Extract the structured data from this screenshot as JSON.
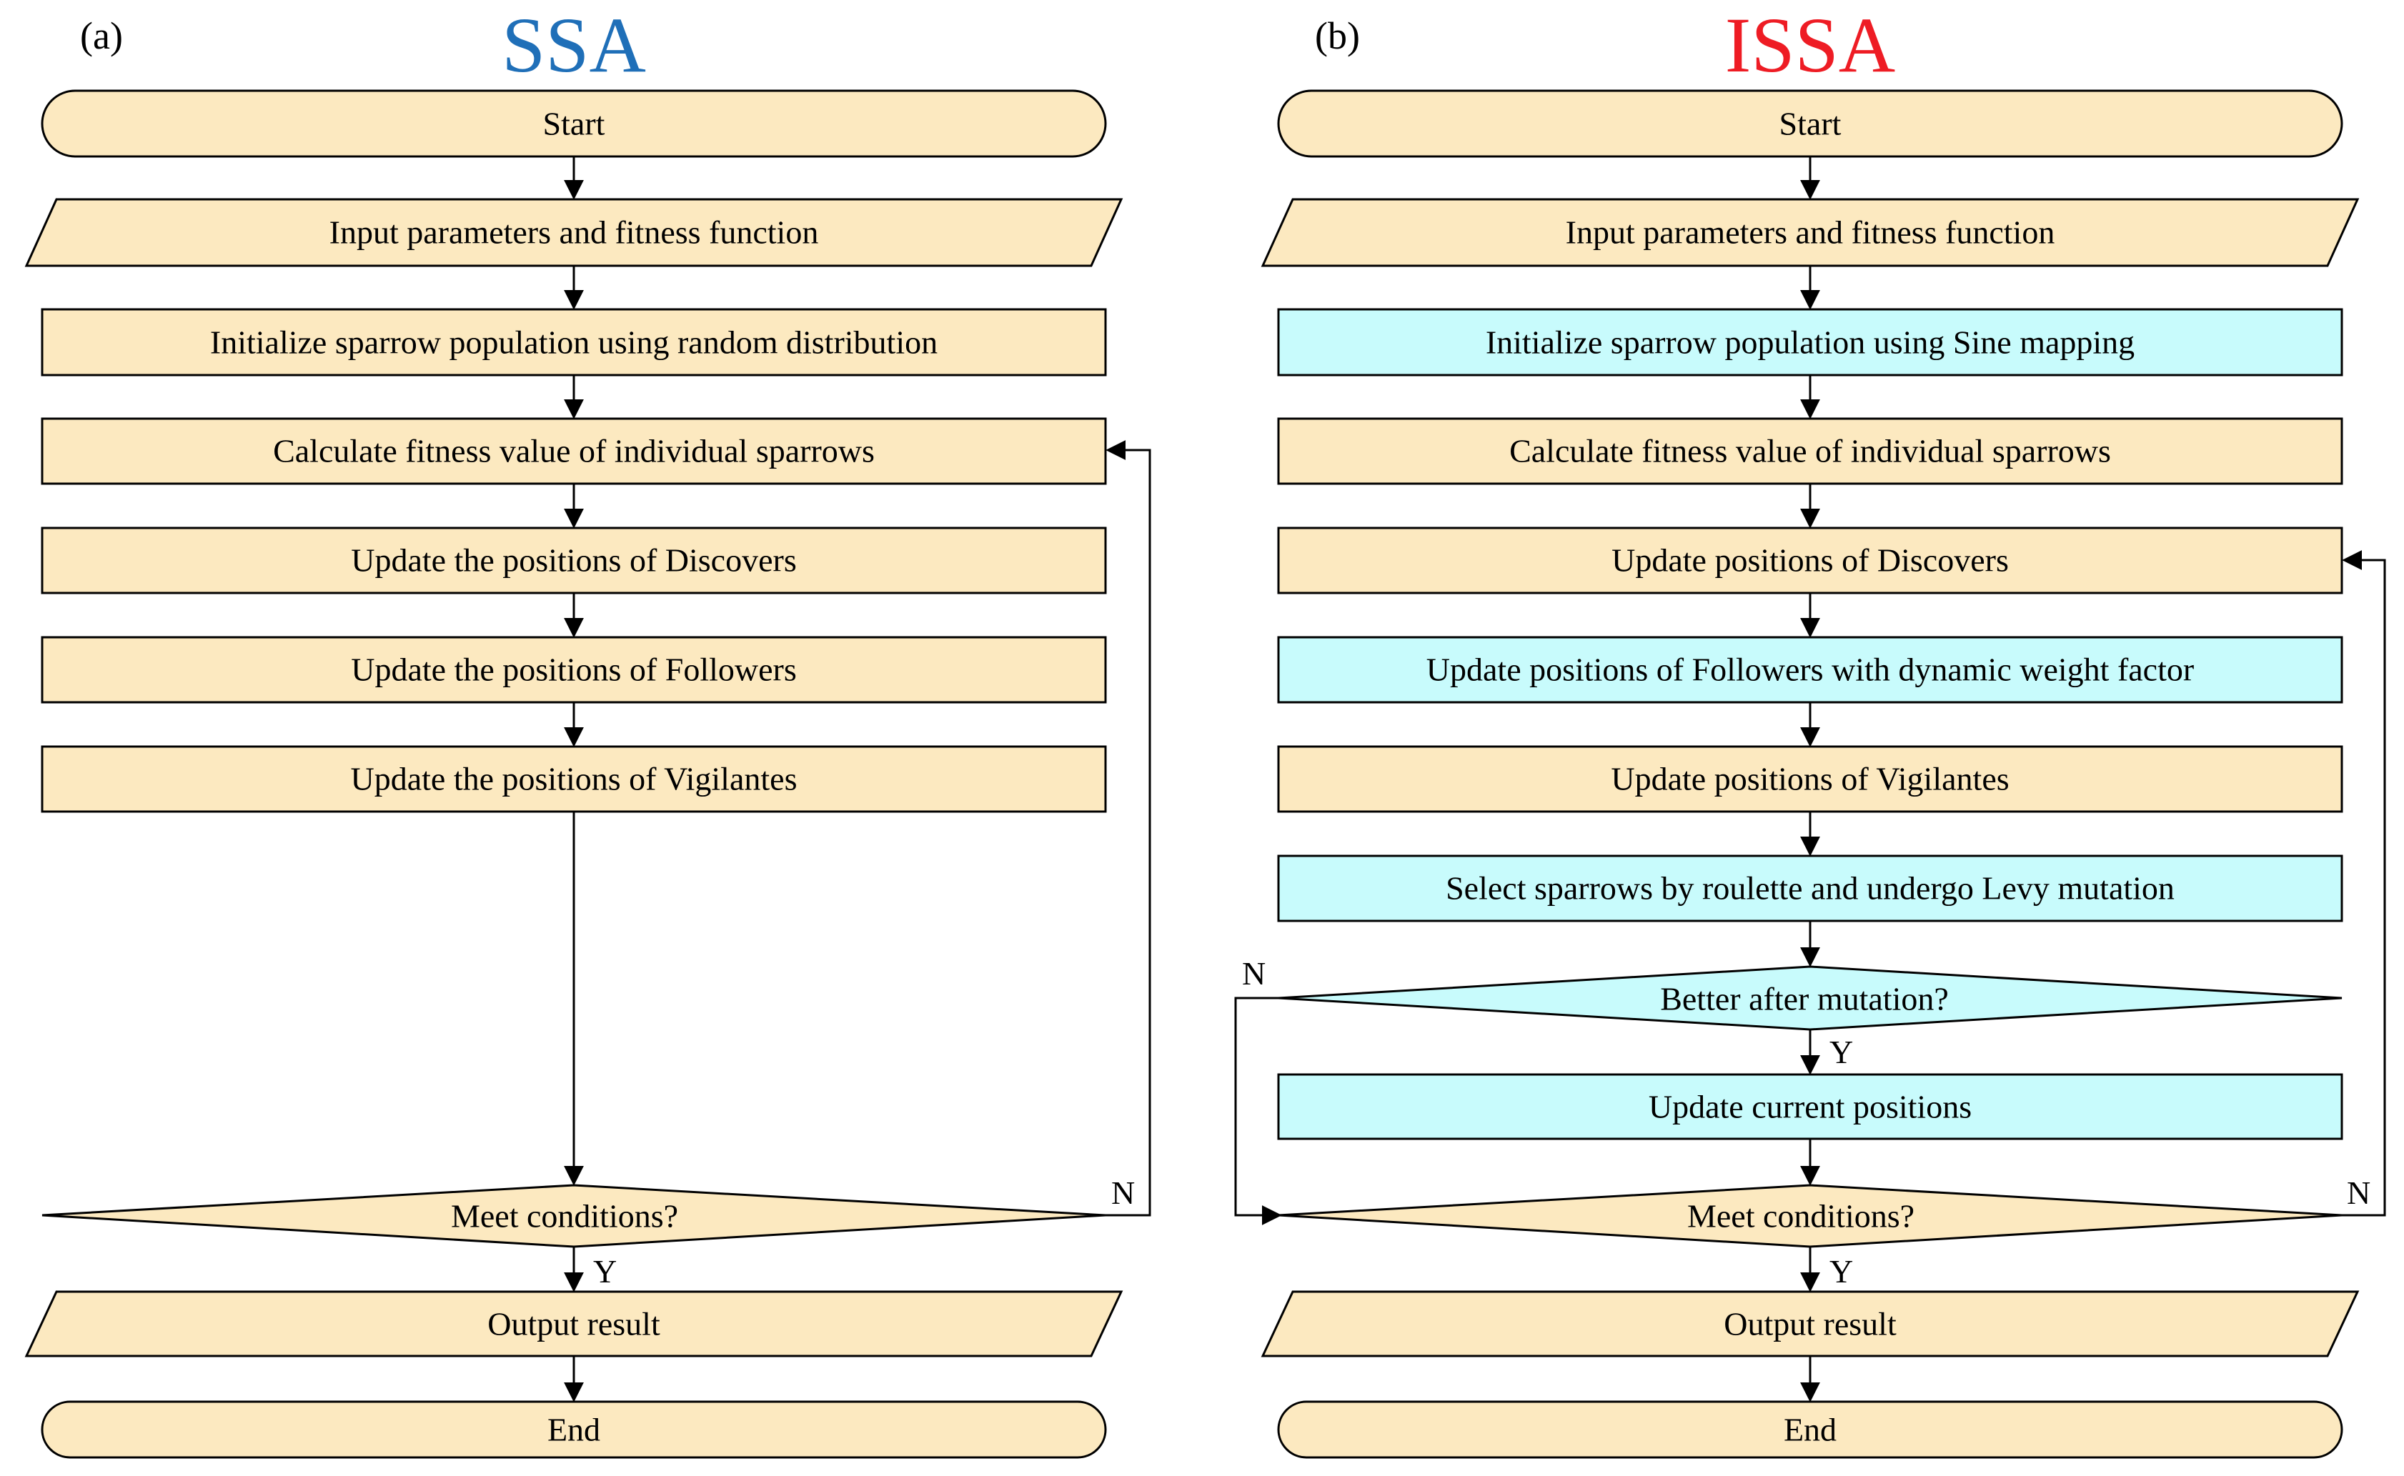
{
  "colors": {
    "node_default": "#fce9c0",
    "node_improved": "#c8fbfc",
    "ssa_title": "#1f6fb8",
    "issa_title": "#ee1c24"
  },
  "panel_a": {
    "letter": "(a)",
    "title": "SSA",
    "nodes": {
      "start": "Start",
      "input": "Input parameters and fitness function",
      "init": "Initialize sparrow population using random distribution",
      "calc": "Calculate fitness value of individual sparrows",
      "disc": "Update the positions of Discovers",
      "foll": "Update the positions of Followers",
      "vig": "Update the positions of Vigilantes",
      "cond": "Meet conditions?",
      "output": "Output result",
      "end": "End"
    },
    "edge_labels": {
      "no": "N",
      "yes": "Y"
    }
  },
  "panel_b": {
    "letter": "(b)",
    "title": "ISSA",
    "nodes": {
      "start": "Start",
      "input": "Input parameters and fitness function",
      "init": "Initialize sparrow population using Sine mapping",
      "calc": "Calculate fitness value of individual sparrows",
      "disc": "Update positions of Discovers",
      "foll": "Update positions of Followers with dynamic weight factor",
      "vig": "Update positions of Vigilantes",
      "select": "Select sparrows by roulette and undergo Levy mutation",
      "better": "Better after mutation?",
      "update": "Update current positions",
      "cond": "Meet conditions?",
      "output": "Output result",
      "end": "End"
    },
    "edge_labels": {
      "no_better": "N",
      "yes_better": "Y",
      "no_cond": "N",
      "yes_cond": "Y"
    }
  }
}
